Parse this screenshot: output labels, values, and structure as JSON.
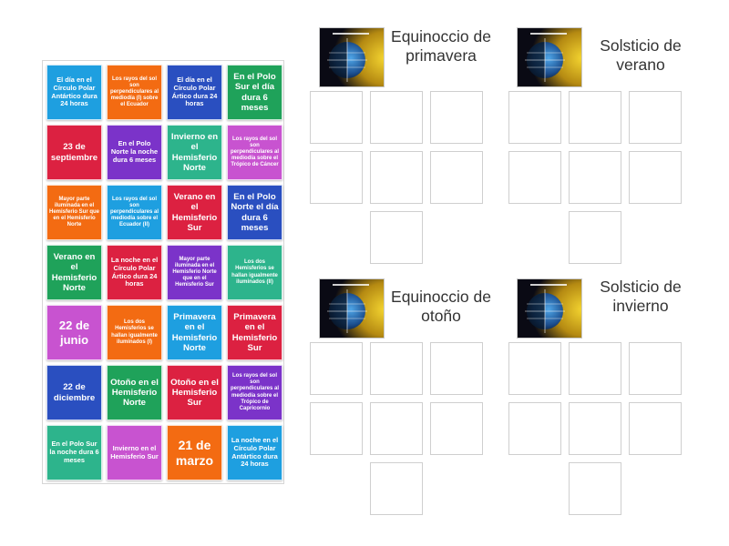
{
  "colors": {
    "sky": "#1E9FE0",
    "orange": "#F36B12",
    "blue": "#2A4FC0",
    "green": "#1FA25A",
    "red": "#DC2141",
    "purple": "#7B33C9",
    "teal": "#2DB48C",
    "pink": "#C853D0"
  },
  "cards": [
    {
      "label": "El día en el Círculo Polar Antártico dura 24 horas",
      "color": "sky",
      "size": "s"
    },
    {
      "label": "Los rayos del sol son perpendiculares al mediodía (I) sobre el Ecuador",
      "color": "orange",
      "size": "xs"
    },
    {
      "label": "El día en el Círculo Polar Ártico dura 24 horas",
      "color": "blue",
      "size": "s"
    },
    {
      "label": "En el Polo Sur el día dura 6 meses",
      "color": "green",
      "size": "m"
    },
    {
      "label": "23 de septiembre",
      "color": "red",
      "size": "m"
    },
    {
      "label": "En el Polo Norte la noche dura 6 meses",
      "color": "purple",
      "size": "s"
    },
    {
      "label": "Invierno en el Hemisferio Norte",
      "color": "teal",
      "size": "m"
    },
    {
      "label": "Los rayos del sol son perpendiculares al mediodía sobre el Trópico de Cáncer",
      "color": "pink",
      "size": "xs"
    },
    {
      "label": "Mayor parte iluminada en el Hemisferio Sur que en el Hemisferio Norte",
      "color": "orange",
      "size": "xs"
    },
    {
      "label": "Los rayos del sol son perpendiculares al mediodía sobre el Ecuador (II)",
      "color": "sky",
      "size": "xs"
    },
    {
      "label": "Verano en el Hemisferio Sur",
      "color": "red",
      "size": "m"
    },
    {
      "label": "En el Polo Norte el día dura 6 meses",
      "color": "blue",
      "size": "m"
    },
    {
      "label": "Verano en el Hemisferio Norte",
      "color": "green",
      "size": "m"
    },
    {
      "label": "La noche en el Círculo Polar Ártico dura 24 horas",
      "color": "red",
      "size": "s"
    },
    {
      "label": "Mayor parte iluminada en el Hemisferio Norte que en el Hemisferio Sur",
      "color": "purple",
      "size": "xs"
    },
    {
      "label": "Los dos Hemisferios se hallan igualmente iluminados (II)",
      "color": "teal",
      "size": "xs"
    },
    {
      "label": "22 de junio",
      "color": "pink",
      "size": "l"
    },
    {
      "label": "Los dos Hemisferios se hallan igualmente iluminados (I)",
      "color": "orange",
      "size": "xs"
    },
    {
      "label": "Primavera en el Hemisferio Norte",
      "color": "sky",
      "size": "m"
    },
    {
      "label": "Primavera en el Hemisferio Sur",
      "color": "red",
      "size": "m"
    },
    {
      "label": "22 de diciembre",
      "color": "blue",
      "size": "m"
    },
    {
      "label": "Otoño en el Hemisferio Norte",
      "color": "green",
      "size": "m"
    },
    {
      "label": "Otoño en el Hemisferio Sur",
      "color": "red",
      "size": "m"
    },
    {
      "label": "Los rayos del sol son perpendiculares al mediodía sobre el Trópico de Capricornio",
      "color": "purple",
      "size": "xs"
    },
    {
      "label": "En el Polo Sur la noche dura 6 meses",
      "color": "teal",
      "size": "s"
    },
    {
      "label": "Invierno en el Hemisferio Sur",
      "color": "pink",
      "size": "s"
    },
    {
      "label": "21 de marzo",
      "color": "orange",
      "size": "xl"
    },
    {
      "label": "La noche en el Círculo Polar Antártico dura 24 horas",
      "color": "sky",
      "size": "s"
    }
  ],
  "groups": [
    {
      "title": "Equinoccio de primavera",
      "image_icon": "earth-sunlight-diagram-icon"
    },
    {
      "title": "Solsticio de verano",
      "image_icon": "earth-sunlight-diagram-icon"
    },
    {
      "title": "Equinoccio de otoño",
      "image_icon": "earth-sunlight-diagram-icon"
    },
    {
      "title": "Solsticio de invierno",
      "image_icon": "earth-sunlight-diagram-icon"
    }
  ]
}
